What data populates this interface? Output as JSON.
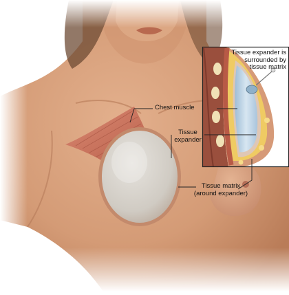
{
  "labels": {
    "chest_muscle": "Chest muscle",
    "tissue_expander_line1": "Tissue",
    "tissue_expander_line2": "expander",
    "tissue_matrix_line1": "Tissue matrix",
    "tissue_matrix_line2": "(around expander)",
    "inset_line1": "Tissue expander is",
    "inset_line2": "surrounded by",
    "inset_line3": "tissue matrix"
  },
  "colors": {
    "skin": "#d9a27d",
    "skin_shadow": "#b97a55",
    "muscle": "#c8705a",
    "expander": "#d7d3cc",
    "matrix_rim": "#c98c6d",
    "fat": "#f1cf68",
    "implant_blue": "#bcd4e6",
    "leader": "#222222"
  }
}
